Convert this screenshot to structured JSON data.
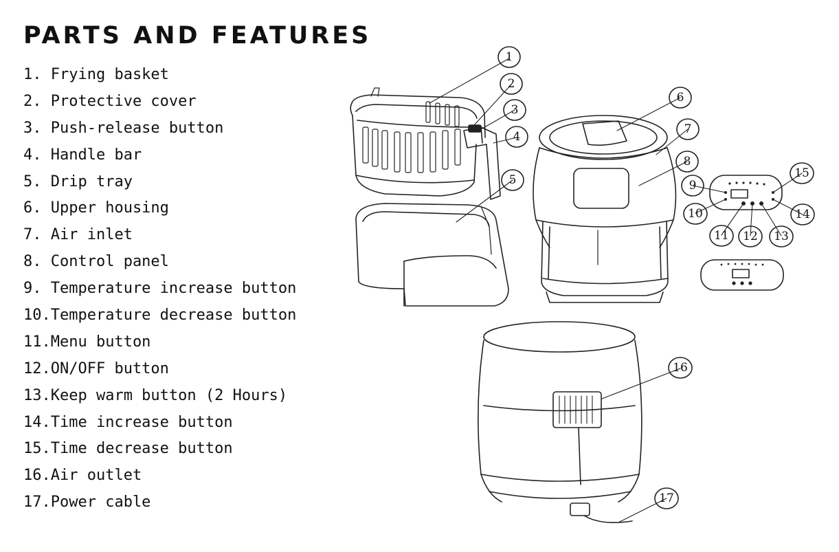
{
  "title": "PARTS AND FEATURES",
  "parts": [
    "1. Frying basket",
    "2. Protective cover",
    "3. Push-release button",
    "4. Handle bar",
    "5. Drip tray",
    "6. Upper housing",
    "7. Air inlet",
    "8. Control panel",
    "9. Temperature increase button",
    "10.Temperature decrease button",
    "11.Menu button",
    "12.ON/OFF button",
    "13.Keep warm button (2 Hours)",
    "14.Time increase button",
    "15.Time decrease button",
    "16.Air outlet",
    "17.Power cable"
  ],
  "callouts": [
    "1",
    "2",
    "3",
    "4",
    "5",
    "6",
    "7",
    "8",
    "9",
    "10",
    "11",
    "12",
    "13",
    "14",
    "15",
    "16",
    "17"
  ]
}
